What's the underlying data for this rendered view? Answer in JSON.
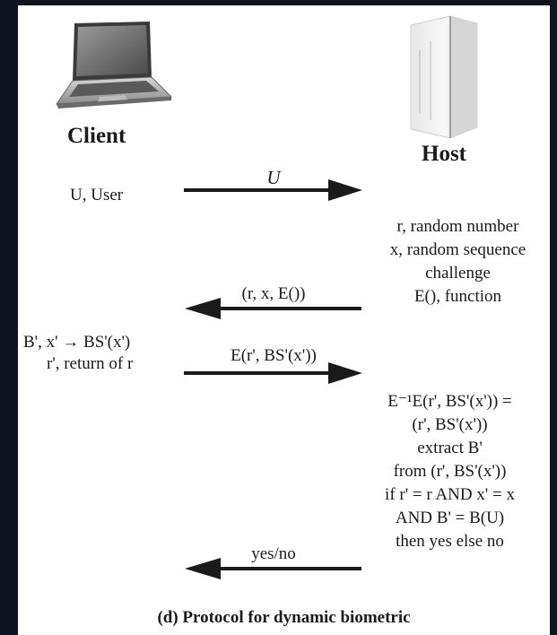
{
  "client": {
    "label": "Client",
    "icon": "laptop-icon"
  },
  "host": {
    "label": "Host",
    "icon": "server-tower-icon"
  },
  "client_notes": {
    "user": "U, User",
    "derive": "B', x' → BS'(x')",
    "response": "r', return of r"
  },
  "messages": [
    {
      "label": "U",
      "direction": "client-to-host"
    },
    {
      "label": "(r, x, E())",
      "direction": "host-to-client"
    },
    {
      "label": "E(r', BS'(x'))",
      "direction": "client-to-host"
    },
    {
      "label": "yes/no",
      "direction": "host-to-client"
    }
  ],
  "host_notes": {
    "challenge": [
      "r, random number",
      "x, random sequence",
      "challenge",
      "E(), function"
    ],
    "verify": [
      "E⁻¹E(r', BS'(x')) =",
      "(r', BS'(x'))",
      "extract B'",
      "from (r', BS'(x'))",
      "if r' = r AND x' = x",
      "AND B' = B(U)",
      "then yes else no"
    ]
  },
  "caption": "(d) Protocol for dynamic biometric",
  "colors": {
    "page_background": "#0f1420",
    "panel": "#ffffff",
    "ink": "#1a1a1a"
  }
}
